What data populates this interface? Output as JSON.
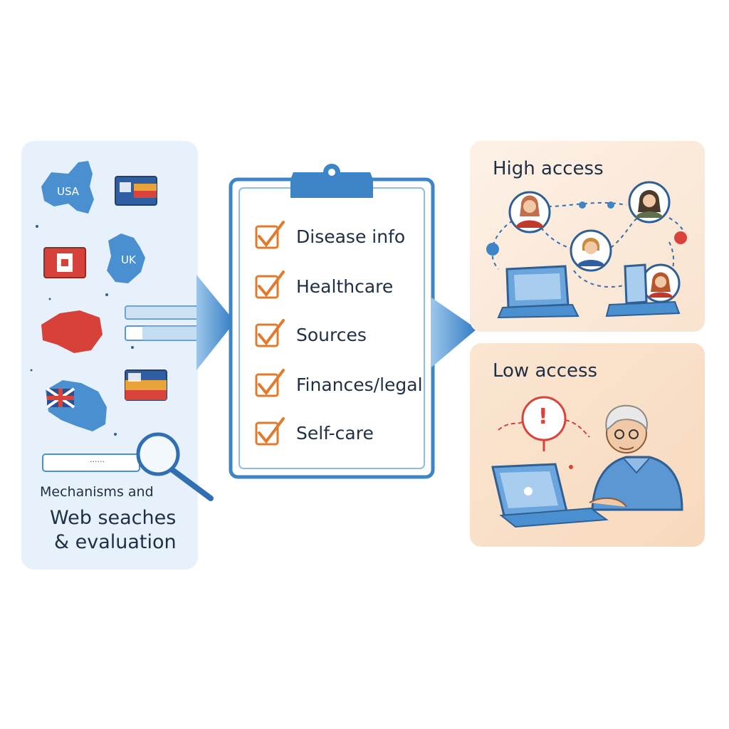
{
  "left_panel": {
    "regions": [
      {
        "label": "USA"
      },
      {
        "label": "UK"
      }
    ],
    "search_bar_text": "······",
    "caption_fragment": "Mechanisms and",
    "caption_line1": "Web seaches",
    "caption_line2": "& evaluation"
  },
  "checklist": {
    "items": [
      {
        "label": "Disease info"
      },
      {
        "label": "Healthcare"
      },
      {
        "label": "Sources"
      },
      {
        "label": "Finances/legal"
      },
      {
        "label": "Self-care"
      }
    ]
  },
  "high_access": {
    "title": "High access"
  },
  "low_access": {
    "title": "Low access",
    "alert_symbol": "!"
  },
  "colors": {
    "accent_blue": "#3d85c6",
    "check_orange": "#e07a2c",
    "alert_red": "#d9433a",
    "left_panel_bg": "#e6f1fb",
    "right_panel_bg": "#fbe8d6"
  }
}
